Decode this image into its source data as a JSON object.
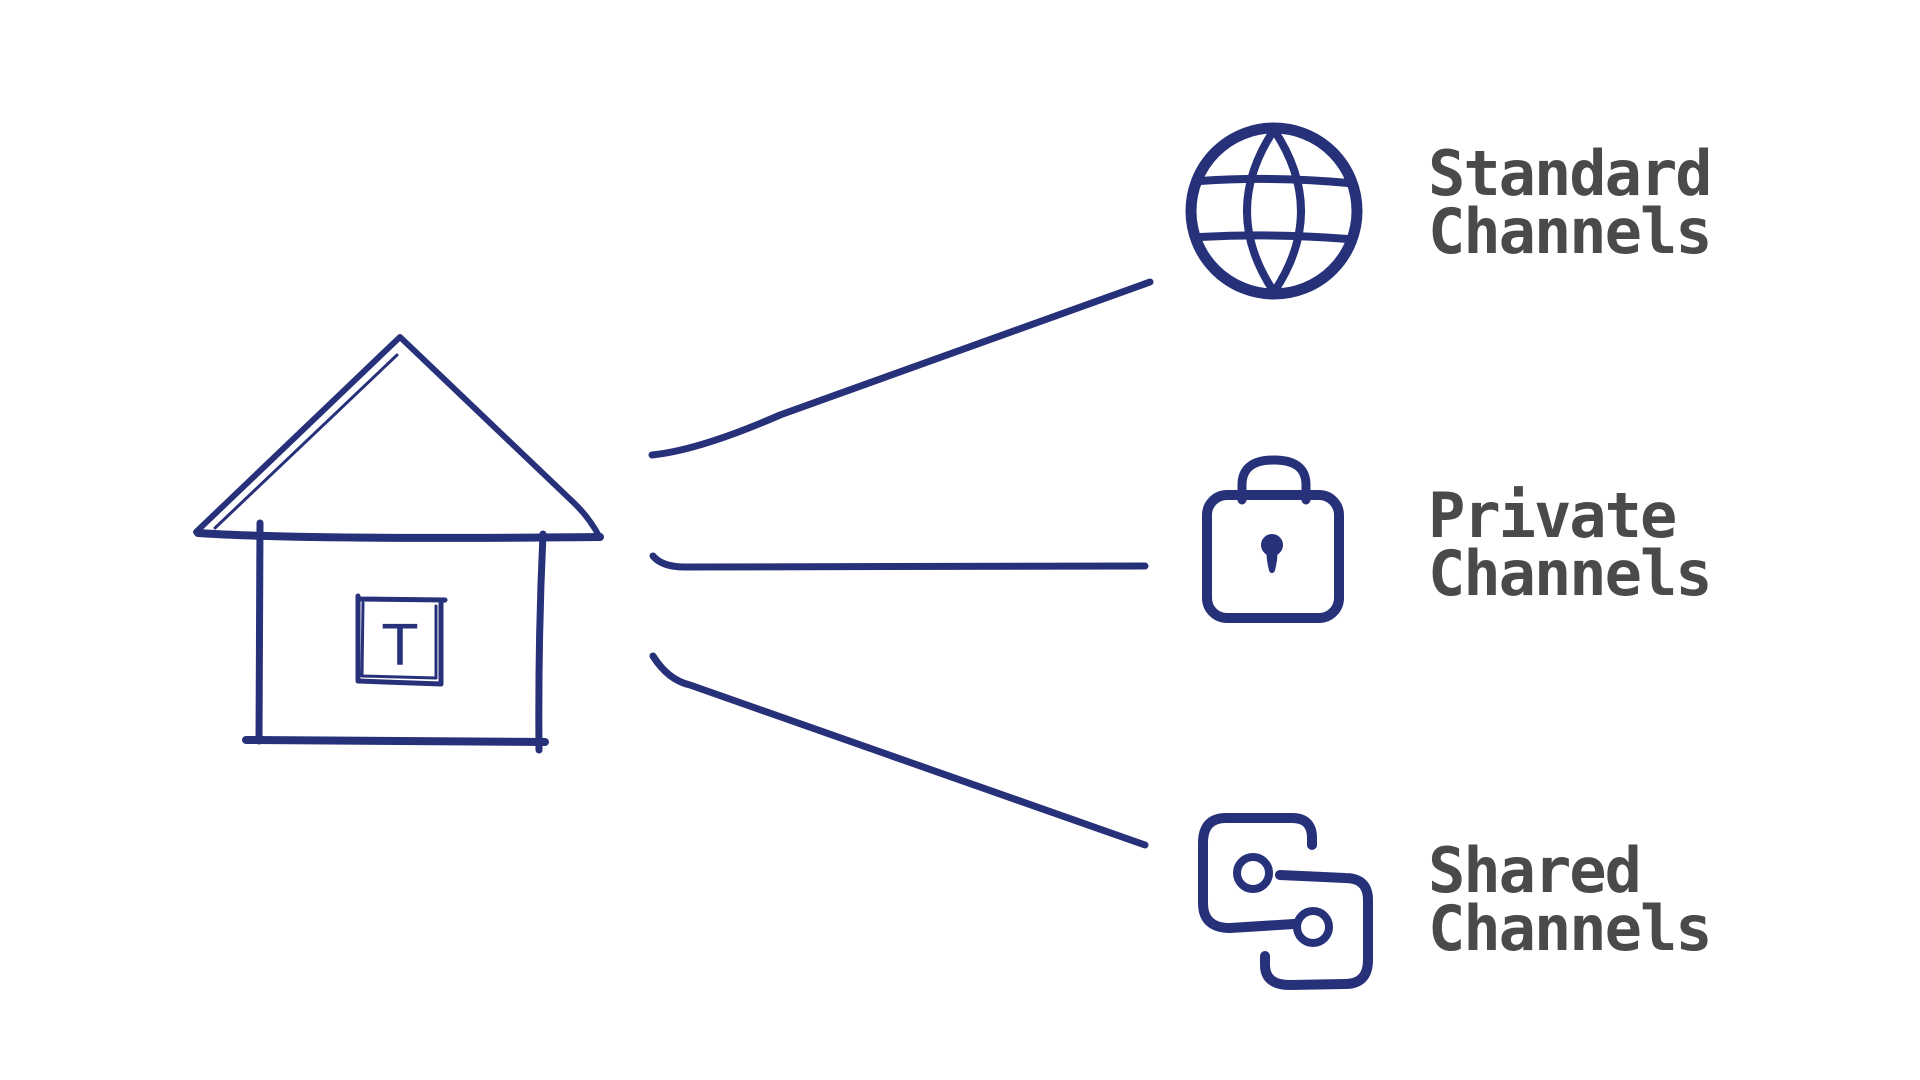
{
  "colors": {
    "ink": "#27317a",
    "text": "#4a4a4a"
  },
  "workspace": {
    "icon": "house-icon",
    "door_letter": "T"
  },
  "channels": [
    {
      "icon": "globe-icon",
      "line1": "Standard",
      "line2": "Channels"
    },
    {
      "icon": "lock-icon",
      "line1": "Private",
      "line2": "Channels"
    },
    {
      "icon": "linked-channels-icon",
      "line1": "Shared",
      "line2": "Channels"
    }
  ]
}
